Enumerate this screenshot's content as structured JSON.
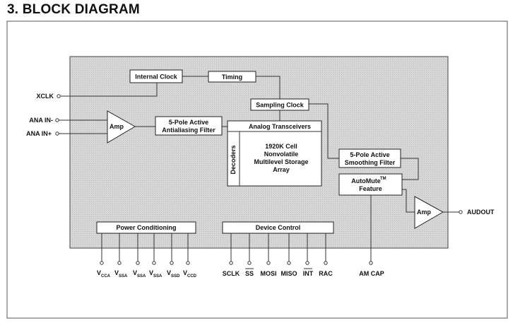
{
  "heading": "3. BLOCK DIAGRAM",
  "blocks": {
    "internal_clock": "Internal Clock",
    "timing": "Timing",
    "sampling_clock": "Sampling Clock",
    "antialias_line1": "5-Pole Active",
    "antialias_line2": "Antialiasing Filter",
    "input_amp": "Amp",
    "analog_transceivers": "Analog Transceivers",
    "decoders": "Decoders",
    "storage_line1": "1920K Cell",
    "storage_line2": "Nonvolatile",
    "storage_line3": "Multilevel Storage",
    "storage_line4": "Array",
    "smoothing_line1": "5-Pole Active",
    "smoothing_line2": "Smoothing Filter",
    "automute_main": "AutoMute",
    "automute_tm": "TM",
    "automute_line2": "Feature",
    "output_amp": "Amp",
    "power_conditioning": "Power Conditioning",
    "device_control": "Device Control"
  },
  "left_pins": {
    "xclk": "XCLK",
    "ana_in_minus": "ANA IN-",
    "ana_in_plus": "ANA IN+"
  },
  "right_pins": {
    "audout": "AUDOUT"
  },
  "power_pins": [
    {
      "main": "V",
      "sub": "CCA"
    },
    {
      "main": "V",
      "sub": "SSA"
    },
    {
      "main": "V",
      "sub": "SSA"
    },
    {
      "main": "V",
      "sub": "SSA"
    },
    {
      "main": "V",
      "sub": "SSD"
    },
    {
      "main": "V",
      "sub": "CCD"
    }
  ],
  "control_pins": [
    "SCLK",
    "SS",
    "MOSI",
    "MISO",
    "INT",
    "RAC"
  ],
  "am_cap": "AM CAP",
  "colors": {
    "chip_fill": "#d4d4d4",
    "line": "#333333",
    "box_fill": "#ffffff"
  }
}
